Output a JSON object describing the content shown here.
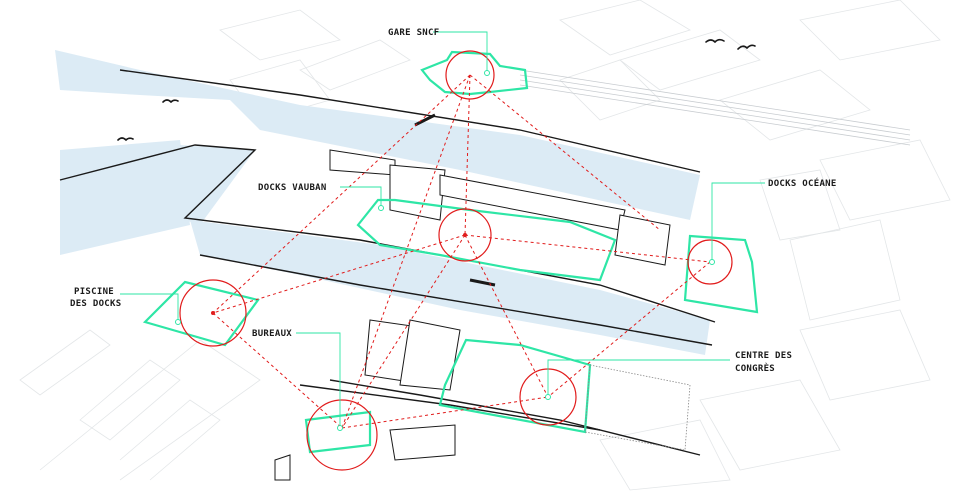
{
  "colors": {
    "accent": "#2ee6a6",
    "connector": "#e11c1c",
    "water": "#dcebf5",
    "ink": "#1a1a1a",
    "context": "#e3e6e8"
  },
  "labels": {
    "gare": "GARE SNCF",
    "docks_vauban": "DOCKS VAUBAN",
    "docks_oceane": "DOCKS OCÉANE",
    "piscine_line1": "PISCINE",
    "piscine_line2": "DES DOCKS",
    "bureaux": "BUREAUX",
    "centre_line1": "CENTRE DES",
    "centre_line2": "CONGRÈS"
  },
  "icons": {
    "birds": "bird-icon"
  }
}
